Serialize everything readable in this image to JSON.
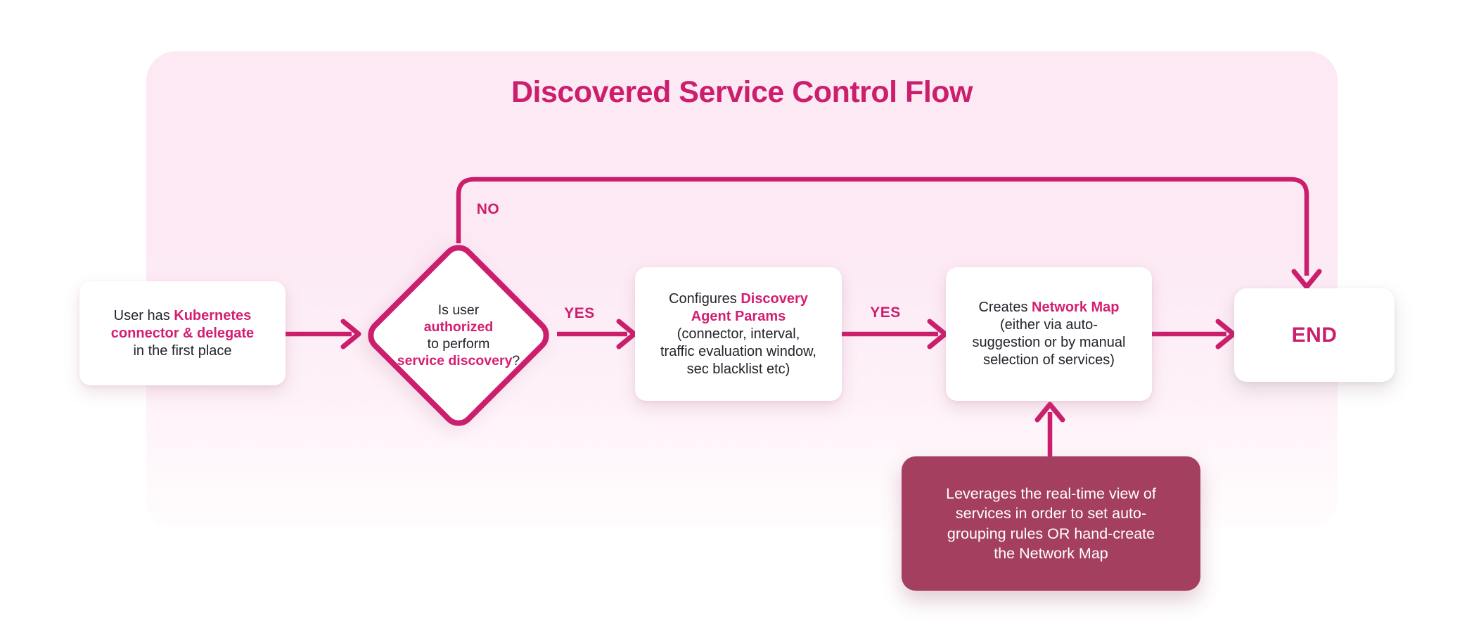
{
  "title": "Discovered Service Control Flow",
  "colors": {
    "accent": "#cb1f6d",
    "accent_text": "#d41e72",
    "background_tint": "#fce9f4",
    "note_background": "#a43f60",
    "node_background": "#ffffff",
    "body_text": "#22242b",
    "note_text": "#ffffff"
  },
  "edge_labels": {
    "yes1": "YES",
    "yes2": "YES",
    "no": "NO"
  },
  "nodes": {
    "start": {
      "lines": [
        {
          "segments": [
            {
              "text": "User has ",
              "accent": false
            },
            {
              "text": "Kubernetes",
              "accent": true
            }
          ]
        },
        {
          "segments": [
            {
              "text": "connector & delegate",
              "accent": true
            }
          ]
        },
        {
          "segments": [
            {
              "text": "in the first place",
              "accent": false
            }
          ]
        }
      ]
    },
    "decision": {
      "lines": [
        {
          "segments": [
            {
              "text": "Is user",
              "accent": false
            }
          ]
        },
        {
          "segments": [
            {
              "text": "authorized",
              "accent": true
            }
          ]
        },
        {
          "segments": [
            {
              "text": "to perform",
              "accent": false
            }
          ]
        },
        {
          "segments": [
            {
              "text": "service discovery",
              "accent": true
            },
            {
              "text": "?",
              "accent": false
            }
          ]
        }
      ]
    },
    "configure": {
      "lines": [
        {
          "segments": [
            {
              "text": "Configures ",
              "accent": false
            },
            {
              "text": "Discovery",
              "accent": true
            }
          ]
        },
        {
          "segments": [
            {
              "text": "Agent Params",
              "accent": true
            }
          ]
        },
        {
          "segments": [
            {
              "text": "(connector, interval,",
              "accent": false
            }
          ]
        },
        {
          "segments": [
            {
              "text": "traffic evaluation window,",
              "accent": false
            }
          ]
        },
        {
          "segments": [
            {
              "text": "sec blacklist etc)",
              "accent": false
            }
          ]
        }
      ]
    },
    "create_map": {
      "lines": [
        {
          "segments": [
            {
              "text": "Creates ",
              "accent": false
            },
            {
              "text": "Network Map",
              "accent": true
            }
          ]
        },
        {
          "segments": [
            {
              "text": "(either via auto-",
              "accent": false
            }
          ]
        },
        {
          "segments": [
            {
              "text": "suggestion or by manual",
              "accent": false
            }
          ]
        },
        {
          "segments": [
            {
              "text": "selection of services)",
              "accent": false
            }
          ]
        }
      ]
    },
    "end": {
      "label": "END"
    },
    "note": {
      "lines": [
        {
          "segments": [
            {
              "text": "Leverages the real-time view of",
              "accent": false
            }
          ]
        },
        {
          "segments": [
            {
              "text": "services in order to set auto-",
              "accent": false
            }
          ]
        },
        {
          "segments": [
            {
              "text": "grouping rules OR hand-create",
              "accent": false
            }
          ]
        },
        {
          "segments": [
            {
              "text": "the Network Map",
              "accent": false
            }
          ]
        }
      ]
    }
  }
}
